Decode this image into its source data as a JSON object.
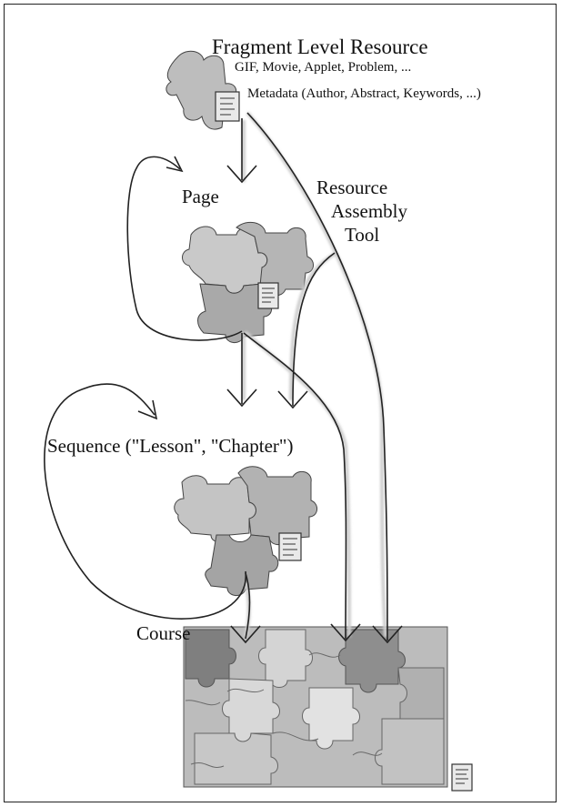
{
  "fragment": {
    "title": "Fragment Level Resource",
    "types": "GIF, Movie, Applet, Problem, ...",
    "metadata": "Metadata (Author, Abstract, Keywords, ...)"
  },
  "page": {
    "label": "Page"
  },
  "tool": {
    "line1": "Resource",
    "line2": "Assembly",
    "line3": "Tool"
  },
  "sequence": {
    "label": "Sequence (\"Lesson\", \"Chapter\")"
  },
  "course": {
    "label": "Course"
  },
  "colors": {
    "piece_light": "#cfcfcf",
    "piece_mid": "#b8b8b8",
    "piece_dark": "#8f8f8f",
    "stroke": "#333333",
    "arrow": "#222222"
  }
}
